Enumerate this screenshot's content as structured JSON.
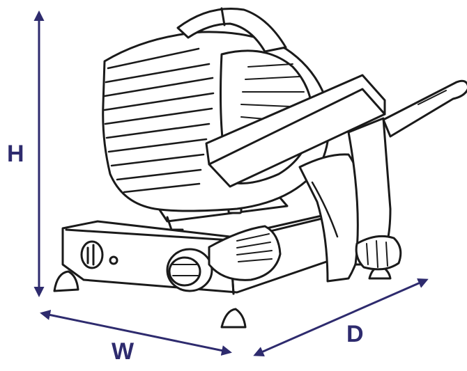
{
  "dimensions": {
    "height_label": "H",
    "width_label": "W",
    "depth_label": "D"
  },
  "colors": {
    "dimension": "#2e2b6e",
    "ink": "#1a1a1a",
    "background": "#ffffff"
  },
  "illustration": {
    "subject": "meat-slicer"
  }
}
